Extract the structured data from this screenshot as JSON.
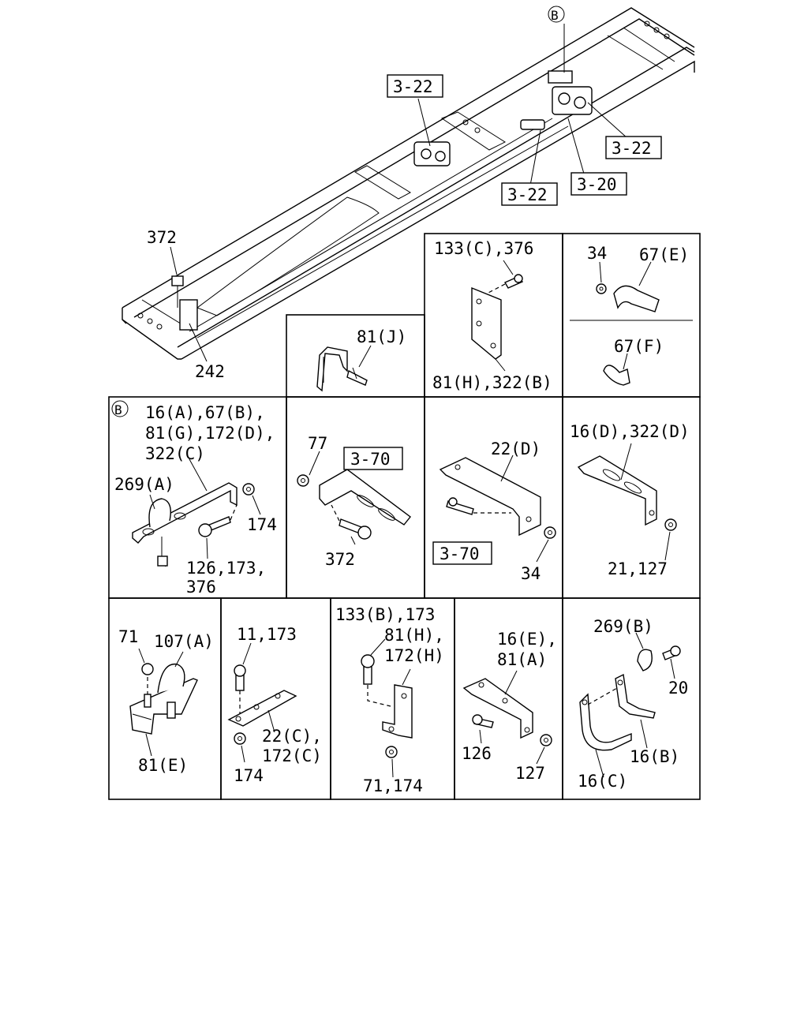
{
  "overview": {
    "ref_3_22_a": "3-22",
    "ref_3_22_b": "3-22",
    "ref_3_22_c": "3-22",
    "ref_3_20": "3-20",
    "detail_marker": "B",
    "label_372": "372",
    "label_242": "242"
  },
  "cells": {
    "c81j": {
      "label": "81(J)"
    },
    "c133c": {
      "top": "133(C),376",
      "bottom": "81(H),322(B)"
    },
    "c67e": {
      "l34": "34",
      "l67e": "67(E)",
      "l67f": "67(F)"
    },
    "cB": {
      "marker": "B",
      "line1": "16(A),67(B),",
      "line2": "81(G),172(D),",
      "line3": "322(C)",
      "l269a": "269(A)",
      "l174": "174",
      "l126a": "126,173,",
      "l126b": "376"
    },
    "c77": {
      "l77": "77",
      "ref": "3-70",
      "l372": "372"
    },
    "c22d": {
      "l22d": "22(D)",
      "ref": "3-70",
      "l34": "34"
    },
    "c16d": {
      "l16d": "16(D),322(D)",
      "l21": "21,127"
    },
    "c71": {
      "l71": "71",
      "l107a": "107(A)",
      "l81e": "81(E)"
    },
    "c11": {
      "l11": "11,173",
      "l22c_1": "22(C),",
      "l22c_2": "172(C)",
      "l174": "174"
    },
    "c133b": {
      "line1": "133(B),173",
      "line2": "81(H),",
      "line3": "172(H)",
      "bottom": "71,174"
    },
    "c16e": {
      "line1": "16(E),",
      "line2": "81(A)",
      "l126": "126",
      "l127": "127"
    },
    "c269b": {
      "l269b": "269(B)",
      "l20": "20",
      "l16b": "16(B)",
      "l16c": "16(C)"
    }
  }
}
